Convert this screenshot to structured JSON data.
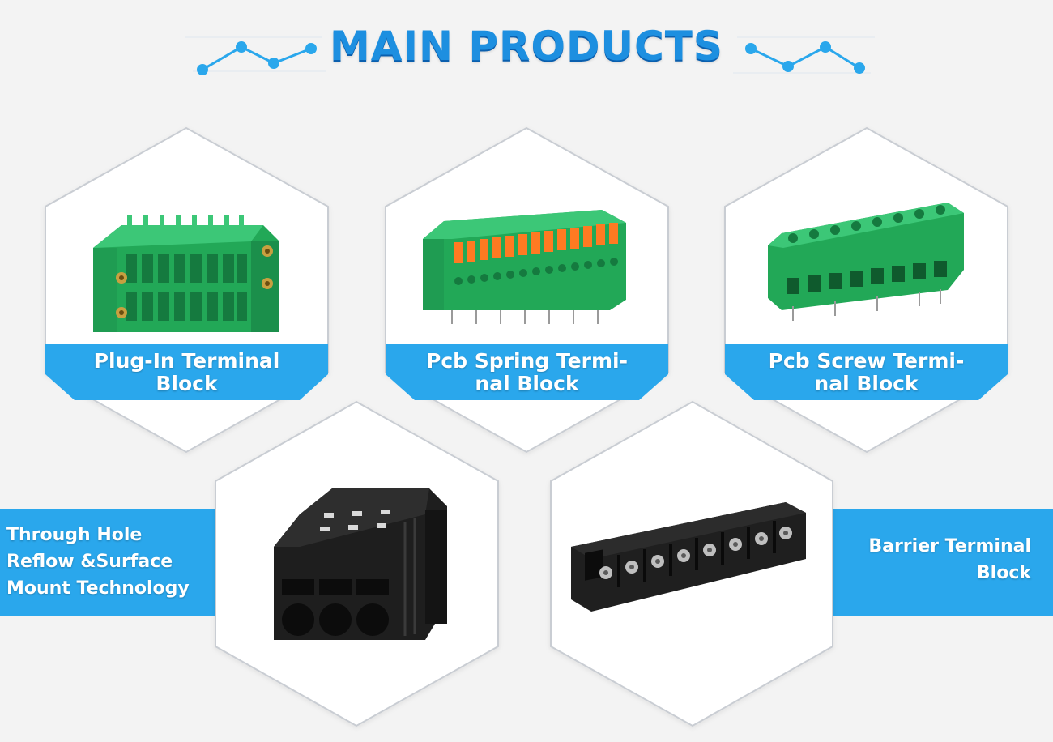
{
  "header": {
    "title": "MAIN PRODUCTS"
  },
  "colors": {
    "accent": "#2aa7ec",
    "title": "#1d8fe0",
    "background": "#f3f3f3",
    "hex_fill": "#ffffff",
    "hex_stroke": "#c9cdd3",
    "green": "#27b45f",
    "orange": "#ff7a22",
    "black": "#1e1e1e"
  },
  "products": [
    {
      "label": "Plug-In Terminal\nBlock",
      "icon": "plug-in-terminal-block-image"
    },
    {
      "label": "Pcb Spring  Termi-\nnal Block",
      "icon": "pcb-spring-terminal-block-image"
    },
    {
      "label": "Pcb Screw  Termi-\nnal Block",
      "icon": "pcb-screw-terminal-block-image"
    },
    {
      "label": "Through Hole\nReflow &Surface\nMount  Technology",
      "icon": "through-hole-reflow-connector-image"
    },
    {
      "label": "Barrier Terminal\nBlock",
      "icon": "barrier-terminal-block-image"
    }
  ]
}
